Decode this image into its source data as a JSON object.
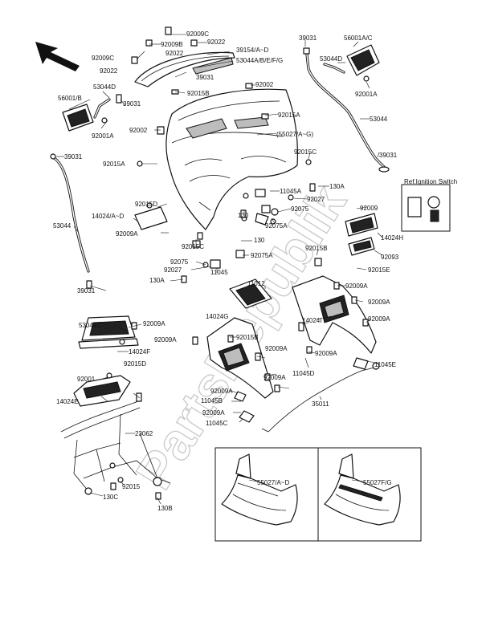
{
  "watermark": "PartsRepublik",
  "colors": {
    "ink": "#111111",
    "paper": "#ffffff",
    "watermark": "#c9c9c9",
    "panel_fill": "#bdbdbd"
  },
  "icons": {
    "direction_arrow": "arrow-up-left-icon"
  },
  "insets": {
    "ignition_switch_reference": "Ref.Ignition Switch"
  },
  "labels": {
    "l_92009c_top": "92009C",
    "l_92009b": "92009B",
    "l_92022_a": "92022",
    "l_92009c_left": "92009C",
    "l_92022_b": "92022",
    "l_92022_c": "92022",
    "l_39154": "39154/A~D",
    "l_53044abefg": "53044A/B/E/F/G",
    "l_39031_mid": "39031",
    "l_39031_left": "39031",
    "l_92015b_top": "92015B",
    "l_92002_top": "92002",
    "l_53044d_left": "53044D",
    "l_56001b": "56001/B",
    "l_92001a_left": "92001A",
    "l_92002_mid": "92002",
    "l_92015a_top": "92015A",
    "l_55027ag": "(55027/A~G)",
    "l_39031_tr": "39031",
    "l_56001ac": "56001A/C",
    "l_53044d_right": "53044D",
    "l_92001a_right": "92001A",
    "l_53044_right": "53044",
    "l_39031_r2": "39031",
    "l_39031_left2": "39031",
    "l_92015c_mid": "92015C",
    "l_92015a_mid": "92015A",
    "l_11045a": "11045A",
    "l_130a_top": "130A",
    "l_92027_top": "92027",
    "l_92075_top": "92075",
    "l_130_mid": "130",
    "l_92075a_mid": "92075A",
    "l_92015d_mid": "92015D",
    "l_14024ad": "14024/A~D",
    "l_53044_left": "53044",
    "l_92009a_a": "92009A",
    "l_92015c_low": "92015C",
    "l_130_low": "130",
    "l_92075_low": "92075",
    "l_92075a_low": "92075A",
    "l_92027_low": "92027",
    "l_11045": "11045",
    "l_130a_low": "130A",
    "l_39031_bl": "39031",
    "l_92009_ign": "92009",
    "l_14024h": "14024H",
    "l_92015b_r": "92015B",
    "l_92093": "92093",
    "l_92015e": "92015E",
    "l_11012": "11012",
    "l_92009a_b": "92009A",
    "l_92009a_c": "92009A",
    "l_14024i": "14024I",
    "l_92009a_d": "92009A",
    "l_53044c": "53044C",
    "l_92009a_e": "92009A",
    "l_14024g": "14024G",
    "l_92015b_low": "92015B",
    "l_92009a_f": "92009A",
    "l_14024f": "14024F",
    "l_92015d_low": "92015D",
    "l_92009a_g": "92009A",
    "l_92009a_h": "92009A",
    "l_11045d": "11045D",
    "l_11045e": "11045E",
    "l_92009a_i": "92009A",
    "l_92001_low": "92001",
    "l_92009a_j": "92009A",
    "l_14024e": "14024E",
    "l_11045b": "11045B",
    "l_35011": "35011",
    "l_92009a_k": "92009A",
    "l_11045c": "11045C",
    "l_23062": "23062",
    "l_92015_bot": "92015",
    "l_130c": "130C",
    "l_130b": "130B",
    "l_55027ad": "55027/A~D",
    "l_55027fg": "55027F/G"
  }
}
